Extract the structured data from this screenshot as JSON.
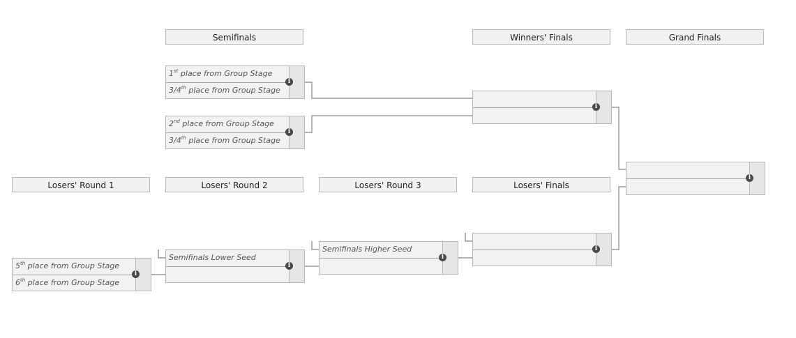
{
  "headers": {
    "semifinals": "Semifinals",
    "winners_finals": "Winners' Finals",
    "grand_finals": "Grand Finals",
    "losers_round_1": "Losers' Round 1",
    "losers_round_2": "Losers' Round 2",
    "losers_round_3": "Losers' Round 3",
    "losers_finals": "Losers' Finals"
  },
  "matches": {
    "sf1": {
      "top": {
        "num": "1",
        "sup": "st",
        "rest": " place from Group Stage"
      },
      "bottom": {
        "num": "3/4",
        "sup": "th",
        "rest": " place from Group Stage"
      }
    },
    "sf2": {
      "top": {
        "num": "2",
        "sup": "nd",
        "rest": " place from Group Stage"
      },
      "bottom": {
        "num": "3/4",
        "sup": "th",
        "rest": " place from Group Stage"
      }
    },
    "lr1": {
      "top": {
        "num": "5",
        "sup": "th",
        "rest": " place from Group Stage"
      },
      "bottom": {
        "num": "6",
        "sup": "th",
        "rest": " place from Group Stage"
      }
    },
    "lr2": {
      "top": "Semifinals Lower Seed"
    },
    "lr3": {
      "top": "Semifinals Higher Seed"
    }
  },
  "info_glyph": "i",
  "icons": {
    "info": "info-icon"
  }
}
